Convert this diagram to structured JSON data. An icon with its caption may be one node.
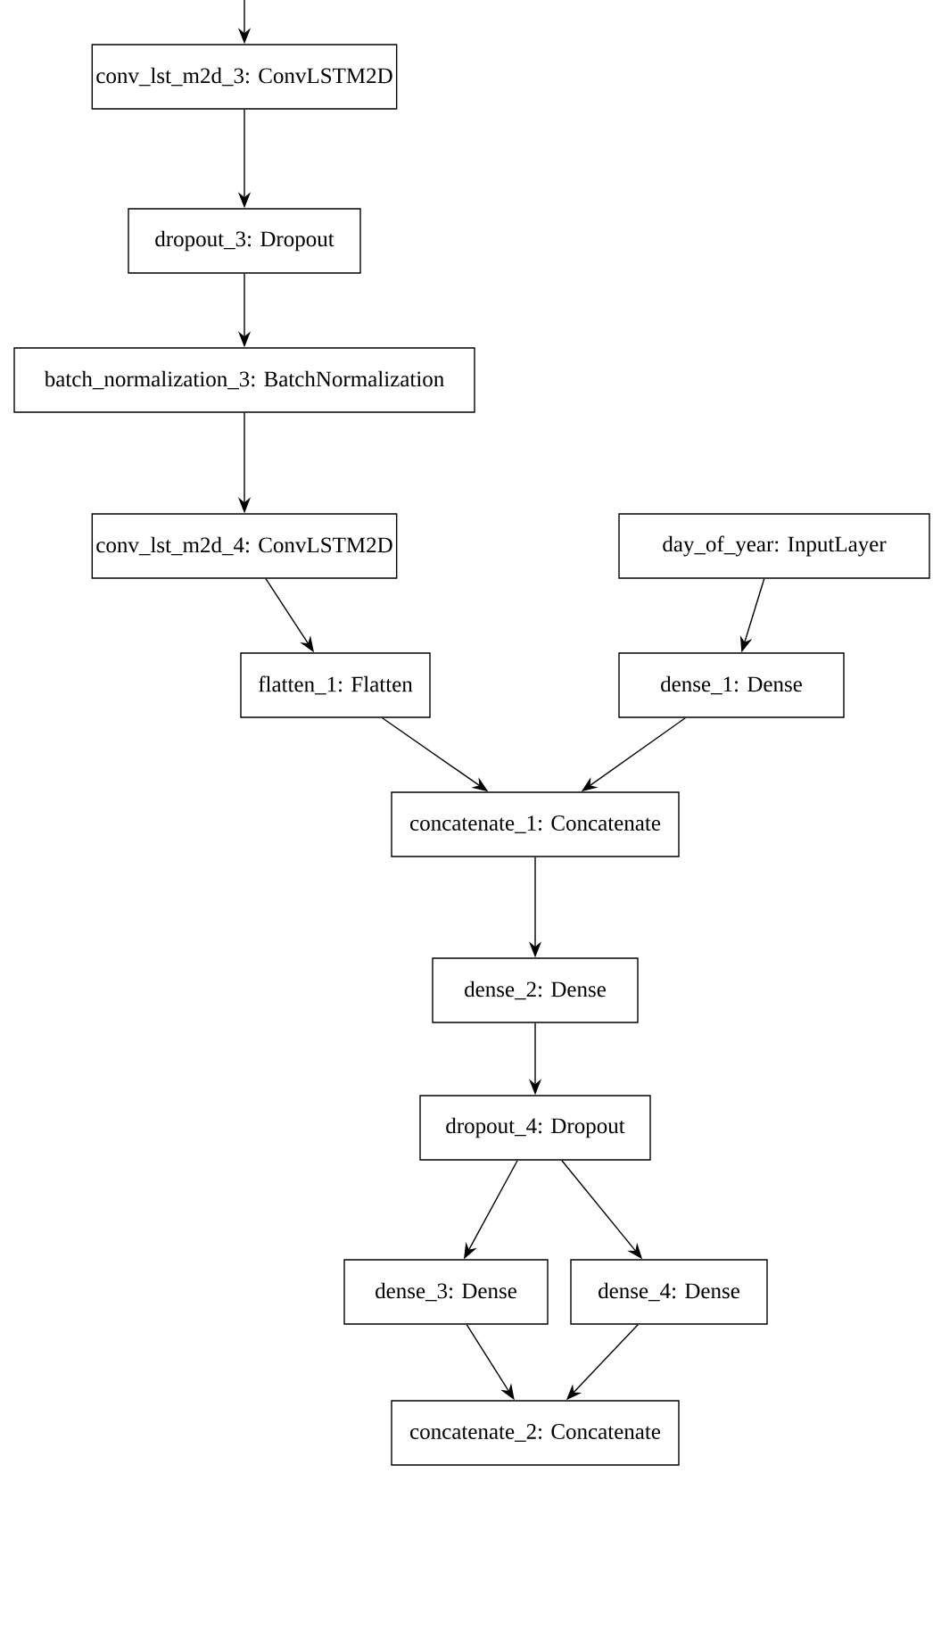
{
  "diagram": {
    "nodes": [
      {
        "text": [
          "conv_lst_m2d_3: ConvLSTM2D"
        ]
      },
      {
        "text": [
          "dropout_3: Dropout"
        ]
      },
      {
        "text": [
          "batch_normalization_3: BatchNormalization"
        ]
      },
      {
        "text": [
          "conv_lst_m2d_4: ConvLSTM2D"
        ]
      },
      {
        "text": [
          "day_of_year: InputLayer"
        ]
      },
      {
        "text": [
          "flatten_1: Flatten"
        ]
      },
      {
        "text": [
          "dense_1: Dense"
        ]
      },
      {
        "text": [
          "concatenate_1: Concatenate"
        ]
      },
      {
        "text": [
          "dense_2: Dense"
        ]
      },
      {
        "text": [
          "dropout_4: Dropout"
        ]
      },
      {
        "text": [
          "dense_3: Dense"
        ]
      },
      {
        "text": [
          "dense_4: Dense"
        ]
      },
      {
        "text": [
          "concatenate_2: Concatenate"
        ]
      }
    ],
    "edges": [
      {
        "from": null,
        "to": 0,
        "arrow": "to"
      },
      {
        "from": 0,
        "to": 1,
        "arrow": "to"
      },
      {
        "from": 1,
        "to": 2,
        "arrow": "to"
      },
      {
        "from": 2,
        "to": 3,
        "arrow": "to"
      },
      {
        "from": 3,
        "to": 5,
        "arrow": "to"
      },
      {
        "from": 4,
        "to": 6,
        "arrow": "to"
      },
      {
        "from": 5,
        "to": 7,
        "arrow": "to"
      },
      {
        "from": 6,
        "to": 7,
        "arrow": "to"
      },
      {
        "from": 7,
        "to": 8,
        "arrow": "to"
      },
      {
        "from": 8,
        "to": 9,
        "arrow": "to"
      },
      {
        "from": 9,
        "to": 10,
        "arrow": "to"
      },
      {
        "from": 9,
        "to": 11,
        "arrow": "to"
      },
      {
        "from": 10,
        "to": 12,
        "arrow": "to"
      },
      {
        "from": 11,
        "to": 12,
        "arrow": "to"
      }
    ]
  }
}
